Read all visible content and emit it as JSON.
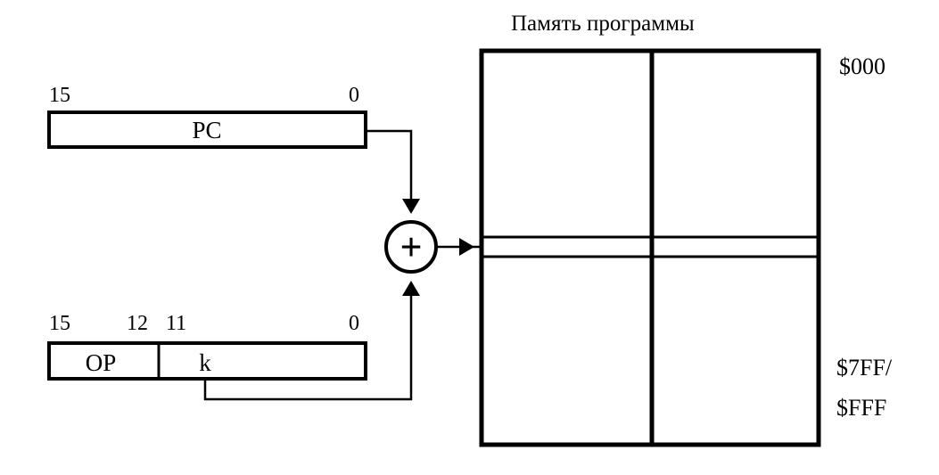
{
  "memory": {
    "title": "Память программы",
    "addr_start": "$000",
    "addr_end_line1": "$7FF/",
    "addr_end_line2": "$FFF"
  },
  "pc_register": {
    "bit_high": "15",
    "bit_low": "0",
    "field": "PC"
  },
  "instruction_register": {
    "bit_15": "15",
    "bit_12": "12",
    "bit_11": "11",
    "bit_0": "0",
    "field_op": "OP",
    "field_k": "k"
  },
  "adder": {
    "symbol": "+"
  }
}
